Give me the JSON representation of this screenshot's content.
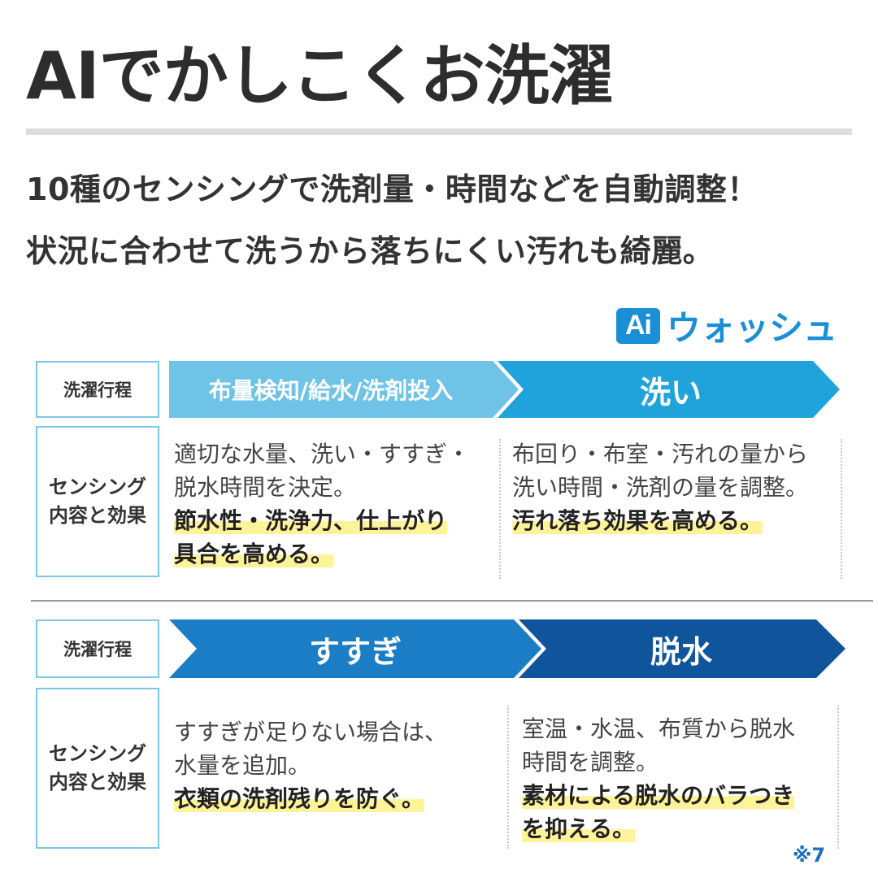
{
  "title": "AIでかしこくお洗濯",
  "subtitle": {
    "line1": "10種のセンシングで洗剤量・時間などを自動調整！",
    "line2": "状況に合わせて洗うから落ちにくい汚れも綺麗。"
  },
  "logo": {
    "badge": "Ai",
    "text": "ウォッシュ"
  },
  "colors": {
    "light_blue": "#6ec3e6",
    "medium_blue": "#1fa3da",
    "blue": "#1a7dc6",
    "dark_blue": "#10549c",
    "highlight": "#fff39a",
    "logo": "#1a8fd6"
  },
  "rows": [
    {
      "process_label": "洗濯行程",
      "sensing_label": [
        "センシング",
        "内容と効果"
      ],
      "stages": [
        {
          "name": "布量検知/給水/洗剤投入",
          "desc": [
            "適切な水量、洗い・すすぎ・",
            "脱水時間を決定。"
          ],
          "effect": [
            "節水性・洗浄力、仕上がり",
            "具合を高める。"
          ]
        },
        {
          "name": "洗い",
          "desc": [
            "布回り・布室・汚れの量から",
            "洗い時間・洗剤の量を調整。"
          ],
          "effect": [
            "汚れ落ち効果を高める。"
          ]
        }
      ]
    },
    {
      "process_label": "洗濯行程",
      "sensing_label": [
        "センシング",
        "内容と効果"
      ],
      "stages": [
        {
          "name": "すすぎ",
          "desc": [
            "すすぎが足りない場合は、",
            "水量を追加。"
          ],
          "effect": [
            "衣類の洗剤残りを防ぐ。"
          ]
        },
        {
          "name": "脱水",
          "desc": [
            "室温・水温、布質から脱水",
            "時間を調整。"
          ],
          "effect": [
            "素材による脱水のバラつき",
            "を抑える。"
          ]
        }
      ]
    }
  ],
  "footnote": "※7"
}
